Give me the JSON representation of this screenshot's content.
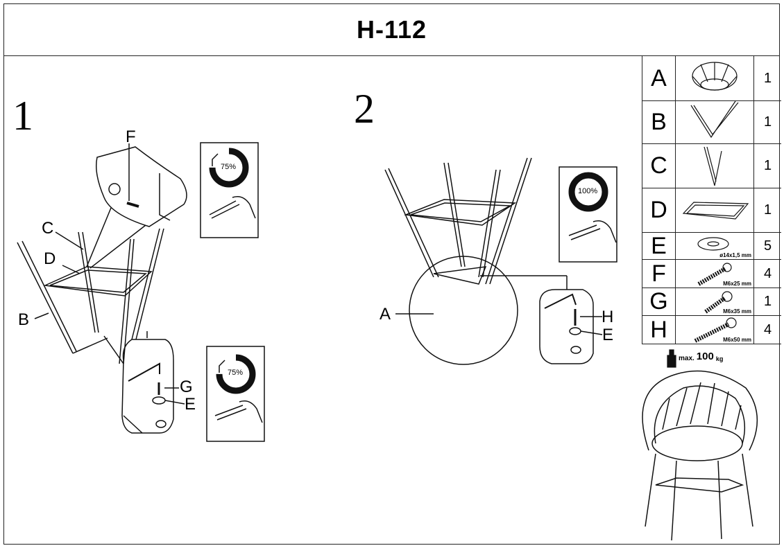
{
  "title": "H-112",
  "steps": [
    {
      "number": "1",
      "labels": {
        "F": "F",
        "C": "C",
        "D": "D",
        "B": "B",
        "G": "G",
        "E": "E"
      },
      "torque_1": "75%",
      "torque_2": "75%"
    },
    {
      "number": "2",
      "labels": {
        "A": "A",
        "H": "H",
        "E": "E"
      },
      "torque": "100%"
    }
  ],
  "parts": [
    {
      "letter": "A",
      "icon": "seat-icon",
      "qty": "1",
      "spec": ""
    },
    {
      "letter": "B",
      "icon": "leg-frame-icon",
      "qty": "1",
      "spec": ""
    },
    {
      "letter": "C",
      "icon": "leg-frame-icon",
      "qty": "1",
      "spec": ""
    },
    {
      "letter": "D",
      "icon": "footrest-frame-icon",
      "qty": "1",
      "spec": ""
    },
    {
      "letter": "E",
      "icon": "washer-icon",
      "qty": "5",
      "spec": "ø14x1,5 mm"
    },
    {
      "letter": "F",
      "icon": "bolt-icon",
      "qty": "4",
      "spec": "M6x25 mm"
    },
    {
      "letter": "G",
      "icon": "bolt-icon",
      "qty": "1",
      "spec": "M6x35 mm"
    },
    {
      "letter": "H",
      "icon": "bolt-icon",
      "qty": "4",
      "spec": "M6x50 mm"
    }
  ],
  "max_load": {
    "prefix": "max.",
    "value": "100",
    "unit": "kg"
  }
}
